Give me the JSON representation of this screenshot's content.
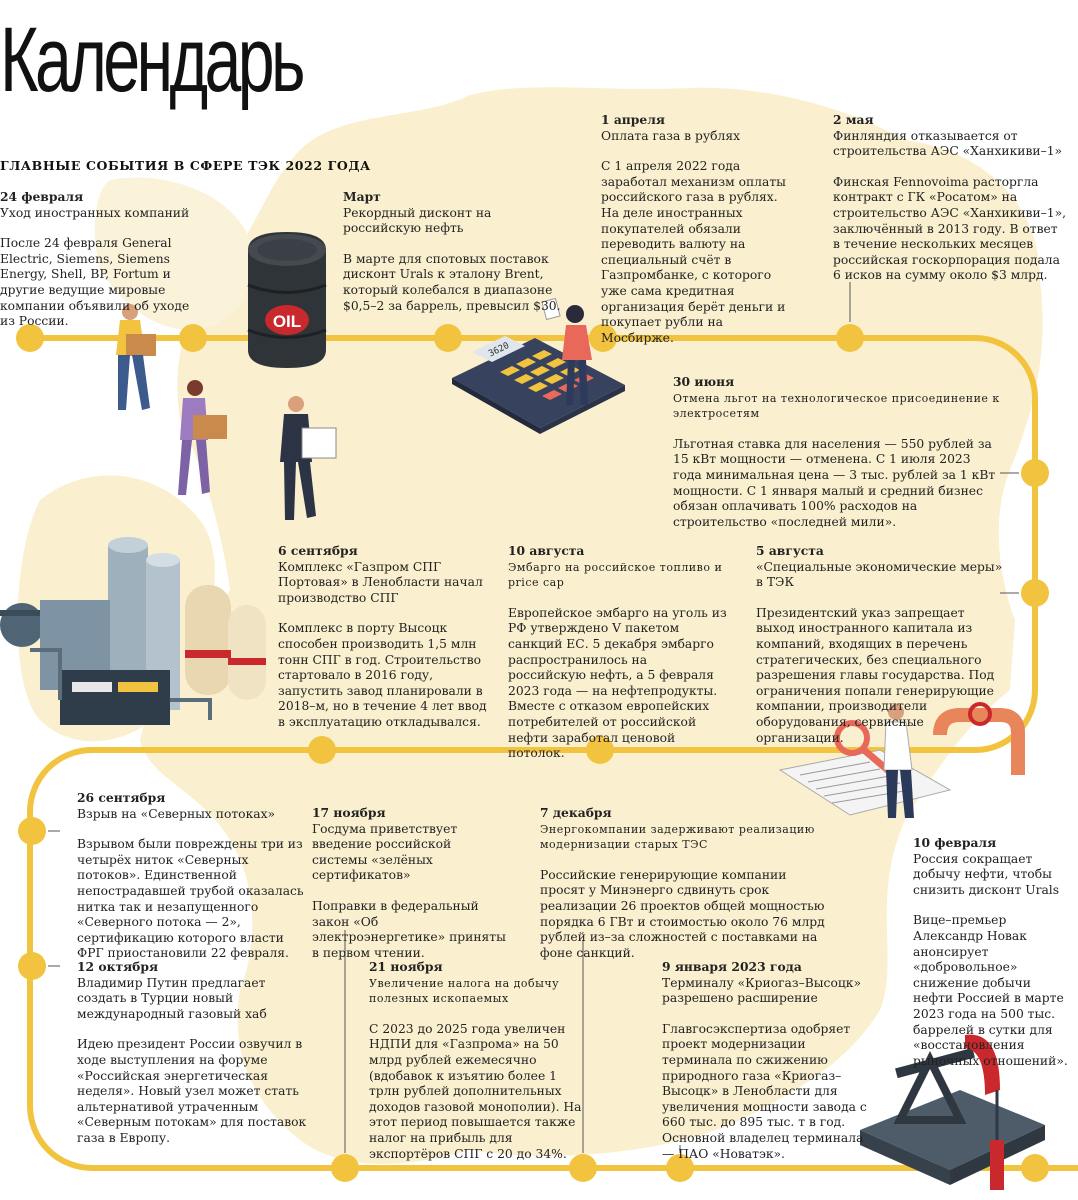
{
  "title": "Календарь",
  "subtitle": "ГЛАВНЫЕ СОБЫТИЯ В СФЕРЕ ТЭК 2022 ГОДА",
  "colors": {
    "accent": "#f2c33e",
    "blob": "#faf0cf"
  },
  "illustrations": {
    "oil_barrel_label": "OIL",
    "calculator_display": "3620"
  },
  "events": [
    {
      "id": "feb24",
      "date": "24 февраля",
      "headline": "Уход иностранных компаний",
      "body": "После 24 февраля General Electric, Siemens, Siemens Energy, Shell, BP, Fortum и другие ведущие мировые компании объявили об уходе из России."
    },
    {
      "id": "mar",
      "date": "Март",
      "headline": "Рекордный дисконт на российскую нефть",
      "body": "В марте для спотовых поставок дисконт Urals к эталону Brent, который колебался в диапазоне $0,5–2 за баррель, превысил $30."
    },
    {
      "id": "apr1",
      "date": "1 апреля",
      "headline": "Оплата газа в рублях",
      "body": "С 1 апреля 2022 года заработал механизм оплаты российского газа в рублях. На деле иностранных покупателей обязали переводить валюту на специальный счёт в Газпромбанке, с которого уже сама кредитная организация берёт деньги и покупает рубли на Мосбирже."
    },
    {
      "id": "may2",
      "date": "2 мая",
      "headline": "Финляндия отказывается от строительства АЭС «Ханхикиви–1»",
      "body": "Финская Fennovoima расторгла контракт с ГК «Росатом» на строительство АЭС «Ханхикиви–1», заключённый в 2013 году. В ответ в течение нескольких месяцев российская госкорпорация подала 6 исков на сумму около $3 млрд."
    },
    {
      "id": "jun30",
      "date": "30 июня",
      "headline": "Отмена льгот на технологическое присоединение к электросетям",
      "body": "Льготная ставка для населения — 550 рублей за 15 кВт мощности — отменена. С 1 июля 2023 года минимальная цена — 3 тыс. рублей за 1 кВт мощности. С 1 января малый и средний бизнес обязан оплачивать 100% расходов на строительство «последней мили»."
    },
    {
      "id": "sep6",
      "date": "6 сентября",
      "headline": "Комплекс «Газпром СПГ Портовая» в Ленобласти начал производство СПГ",
      "body": "Комплекс в порту Высоцк способен производить 1,5 млн тонн СПГ в год. Строительство стартовало в 2016 году, запустить завод планировали в 2018–м, но в течение 4 лет ввод в эксплуатацию откладывался."
    },
    {
      "id": "aug10",
      "date": "10 августа",
      "headline": "Эмбарго на российское топливо и price cap",
      "body": "Европейское эмбарго на уголь из РФ утверждено V пакетом санкций ЕС. 5 декабря эмбарго распространилось на российскую нефть, а 5 февраля 2023 года — на нефтепродукты. Вместе с отказом европейских потребителей от российской нефти заработал ценовой потолок."
    },
    {
      "id": "aug5",
      "date": "5 августа",
      "headline": "«Специальные экономические меры» в ТЭК",
      "body": "Президентский указ запрещает выход иностранного капитала из компаний, входящих в перечень стратегических, без специального разрешения главы государства. Под ограничения попали генерирующие компании, производители оборудования, сервисные организации."
    },
    {
      "id": "sep26",
      "date": "26 сентября",
      "headline": "Взрыв на «Северных потоках»",
      "body": "Взрывом были повреждены три из четырёх ниток «Северных потоков». Единственной непострадавшей трубой оказалась нитка так и незапущенного «Северного потока — 2», сертификацию которого власти ФРГ приостановили 22 февраля."
    },
    {
      "id": "nov17",
      "date": "17 ноября",
      "headline": "Госдума приветствует введение российской системы «зелёных сертификатов»",
      "body": "Поправки в федеральный закон «Об электроэнергетике» приняты в первом чтении."
    },
    {
      "id": "dec7",
      "date": "7 декабря",
      "headline": "Энергокомпании задерживают реализацию модернизации старых ТЭС",
      "body": "Российские генерирующие компании просят у Минэнерго сдвинуть срок реализации 26 проектов общей мощностью порядка 6 ГВт и стоимостью около 76 млрд рублей из–за сложностей с поставками на фоне санкций."
    },
    {
      "id": "feb10",
      "date": "10 февраля",
      "headline": "Россия сокращает добычу нефти, чтобы снизить дисконт Urals",
      "body": "Вице–премьер Александр Новак анонсирует «добровольное» снижение добычи нефти Россией в марте 2023 года на 500 тыс. баррелей в сутки для «восстановления рыночных отношений»."
    },
    {
      "id": "oct12",
      "date": "12 октября",
      "headline": "Владимир Путин предлагает создать в Турции новый международный газовый хаб",
      "body": "Идею президент России озвучил в ходе выступления на форуме «Российская энергетическая неделя». Новый узел может стать альтернативой утраченным «Северным потокам» для поставок газа в Европу."
    },
    {
      "id": "nov21",
      "date": "21 ноября",
      "headline": "Увеличение налога на добычу полезных ископаемых",
      "body": "С 2023 до 2025 года увеличен НДПИ для «Газпрома» на 50 млрд рублей ежемесячно (вдобавок к изъятию более 1 трлн рублей дополнительных доходов газовой монополии). На этот период повышается также налог на прибыль для экспортёров СПГ с 20 до 34%."
    },
    {
      "id": "jan9",
      "date": "9 января 2023 года",
      "headline": "Терминалу «Криогаз–Высоцк» разрешено расширение",
      "body": "Главгосэкспертиза одобряет проект модернизации терминала по сжижению природного газа «Криогаз–Высоцк» в Ленобласти для увеличения мощности завода с 660 тыс. до 895 тыс. т в год. Основной владелец терминала — ПАО «Новатэк»."
    }
  ]
}
